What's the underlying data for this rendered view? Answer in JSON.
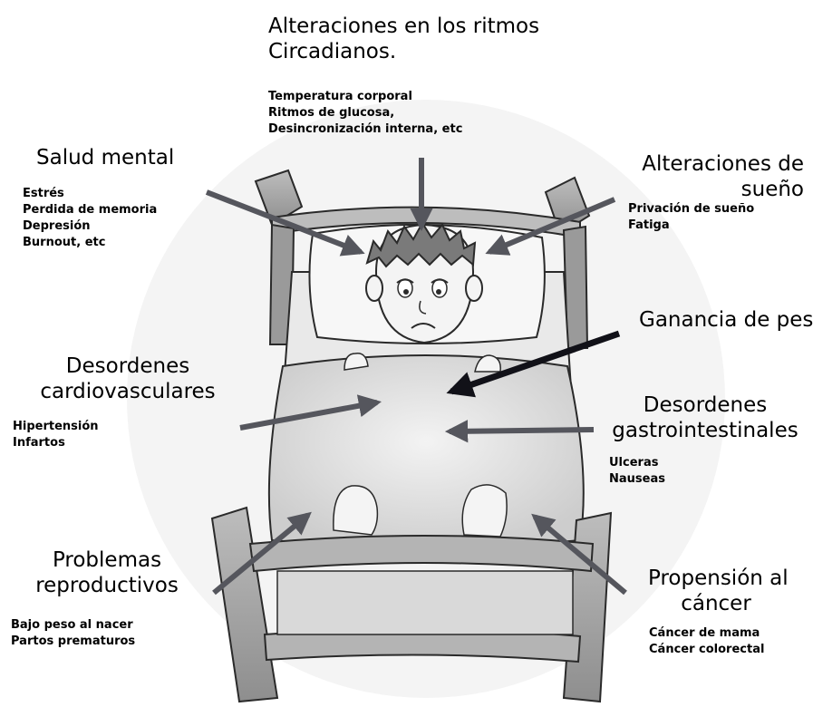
{
  "circadian": {
    "title_lines": [
      "Alteraciones en los ritmos",
      "Circadianos."
    ],
    "items": [
      "Temperatura corporal",
      "Ritmos de glucosa,",
      "Desincronización interna,  etc"
    ]
  },
  "mental_health": {
    "title_lines": [
      "Salud mental"
    ],
    "items": [
      "Estrés",
      "Perdida de memoria",
      "Depresión",
      "Burnout, etc"
    ]
  },
  "sleep": {
    "title_lines": [
      "Alteraciones de",
      "sueño"
    ],
    "items": [
      "Privación de sueño",
      "Fatiga"
    ]
  },
  "weight": {
    "title_lines": [
      "Ganancia de peso"
    ]
  },
  "cardio": {
    "title_lines": [
      "Desordenes",
      "cardiovasculares"
    ],
    "items": [
      "Hipertensión",
      "Infartos"
    ]
  },
  "gastro": {
    "title_lines": [
      "Desordenes",
      "gastrointestinales"
    ],
    "items": [
      "Ulceras",
      "Nauseas"
    ]
  },
  "reproductive": {
    "title_lines": [
      "Problemas",
      "reproductivos"
    ],
    "items": [
      "Bajo peso al nacer",
      "Partos prematuros"
    ]
  },
  "cancer": {
    "title_lines": [
      "Propensión al",
      "cáncer"
    ],
    "items": [
      "Cáncer de mama",
      "Cáncer colorectal"
    ]
  },
  "colors": {
    "arrow": "#55565d",
    "arrow_dark": "#111118",
    "bed_frame": "#a9a9a9",
    "bed_outline": "#2a2a2a",
    "blanket": "#e4e4e4",
    "pillow": "#f6f6f6"
  }
}
